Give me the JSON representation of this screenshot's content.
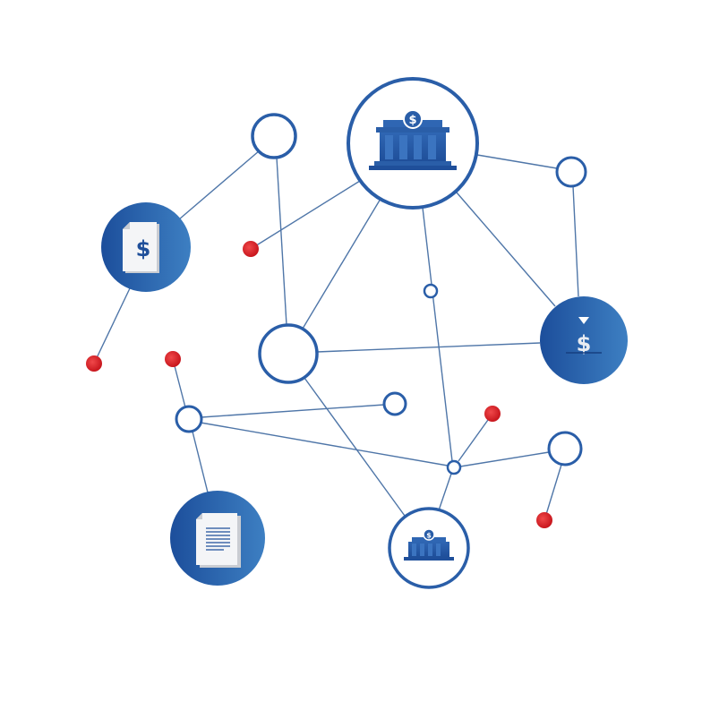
{
  "diagram": {
    "description_type": "financial network illustration",
    "colors": {
      "primary": "#2a5ea8",
      "gradient_start": "#1c4e9b",
      "gradient_end": "#3d7fc2",
      "accent_dot": "#e0262c",
      "edge": "#4f76a8"
    },
    "nodes": [
      {
        "id": "bank-main",
        "icon": "bank-icon",
        "style": "ring-large"
      },
      {
        "id": "bank-small",
        "icon": "bank-icon",
        "style": "ring"
      },
      {
        "id": "invoice-dollar",
        "icon": "document-dollar-icon",
        "style": "filled"
      },
      {
        "id": "deposit-dollar",
        "icon": "dollar-deposit-icon",
        "style": "filled"
      },
      {
        "id": "document",
        "icon": "document-icon",
        "style": "filled"
      }
    ],
    "glyphs": {
      "dollar": "$"
    }
  }
}
